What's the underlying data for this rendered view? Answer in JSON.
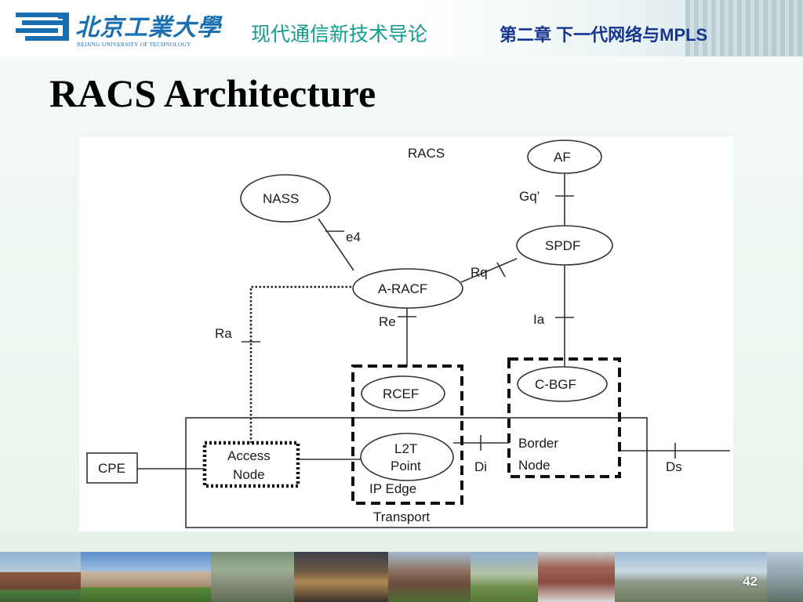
{
  "header": {
    "logo_cn": "北京工業大學",
    "logo_en": "BEIJING UNIVERSITY OF TECHNOLOGY",
    "course_title": "现代通信新技术导论",
    "chapter_title": "第二章 下一代网络与MPLS"
  },
  "slide": {
    "title": "RACS Architecture",
    "page_number": "42"
  },
  "diagram": {
    "labels": {
      "racs": "RACS",
      "af": "AF",
      "nass": "NASS",
      "spdf": "SPDF",
      "a_racf": "A-RACF",
      "rcef": "RCEF",
      "c_bgf": "C-BGF",
      "l2t_point_line1": "L2T",
      "l2t_point_line2": "Point",
      "ip_edge": "IP Edge",
      "border_node_line1": "Border",
      "border_node_line2": "Node",
      "access_node_line1": "Access",
      "access_node_line2": "Node",
      "cpe": "CPE",
      "transport": "Transport",
      "gq": "Gq’",
      "e4": "e4",
      "rq": "Rq",
      "re": "Re",
      "ia": "Ia",
      "ra": "Ra",
      "di": "Di",
      "ds": "Ds"
    }
  }
}
